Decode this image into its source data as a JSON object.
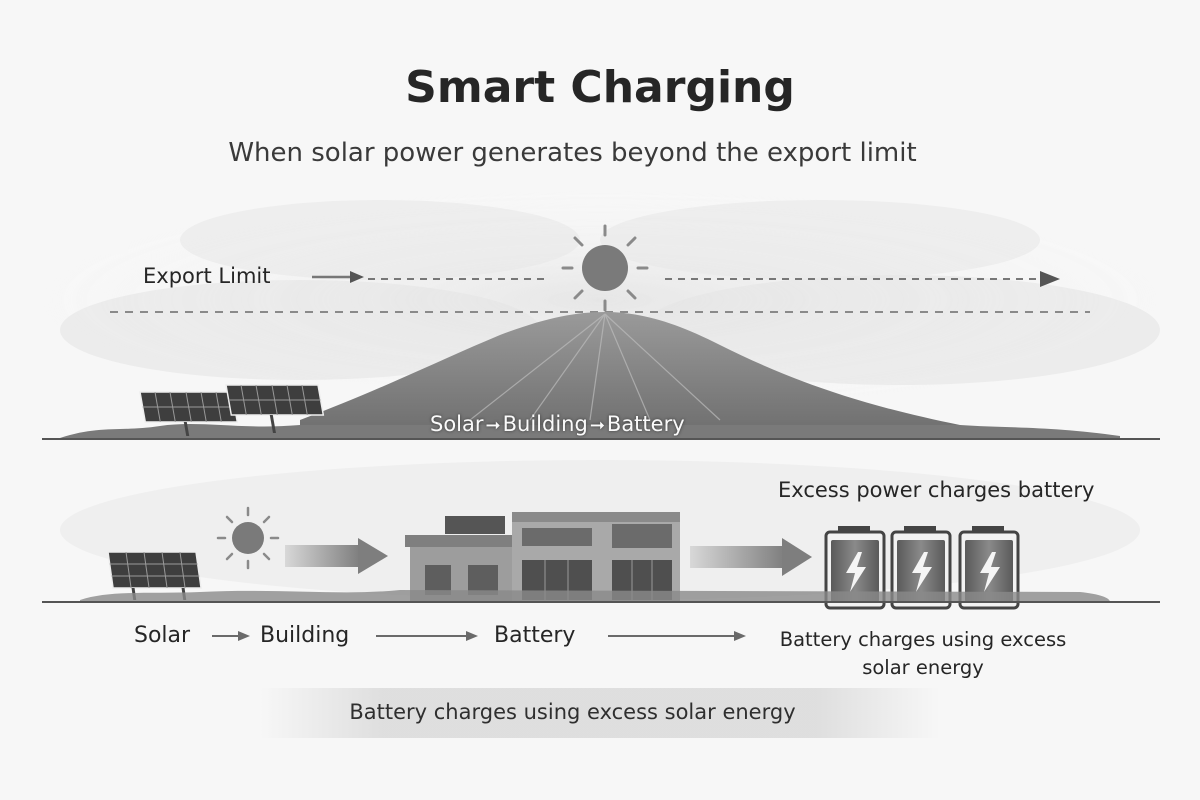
{
  "header": {
    "title": "Smart Charging",
    "subtitle": "When solar power generates beyond the export limit"
  },
  "top_scene": {
    "export_limit_label": "Export Limit",
    "flow": [
      "Solar",
      "Building",
      "Battery"
    ],
    "flow_arrow_glyph": "➞"
  },
  "bottom_scene": {
    "heading": "Excess power charges battery",
    "flow": {
      "solar": "Solar",
      "building": "Building",
      "battery": "Battery",
      "result_line1": "Battery charges using excess",
      "result_line2": "solar energy"
    }
  },
  "footer": {
    "caption": "Battery charges using excess solar energy"
  },
  "colors": {
    "ink": "#262626",
    "sun": "#7a7a7a",
    "mountain": "#8a8a8a",
    "battery_fill": "#6e6e6e",
    "arrow": "#8c8c8c"
  },
  "icons": [
    "sun-icon",
    "solar-panel-icon",
    "building-icon",
    "battery-icon",
    "lightning-icon",
    "arrow-right-icon"
  ]
}
